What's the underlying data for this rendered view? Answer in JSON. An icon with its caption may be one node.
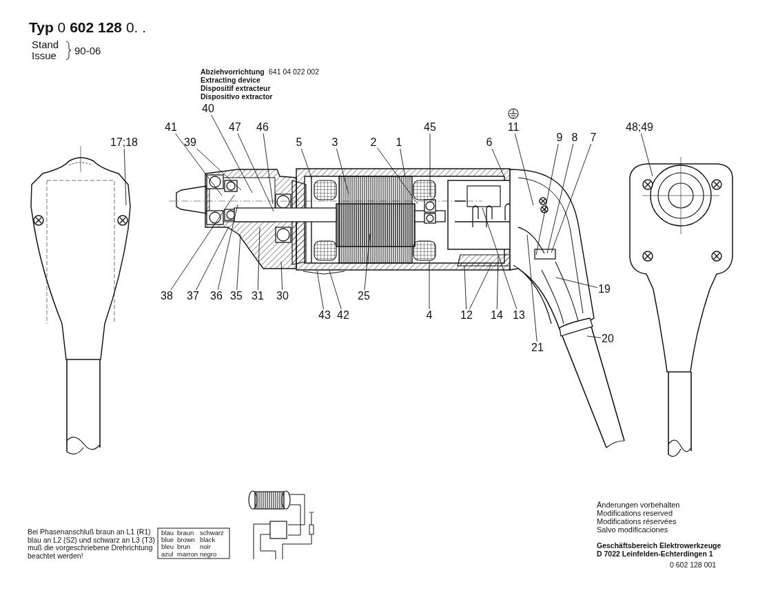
{
  "diagram": {
    "title": "**Typ** 0 **602 128** 0. .",
    "nodes": [
      {
        "text": [
          "17;18"
        ]
      },
      {
        "text": [
          "41"
        ]
      },
      {
        "text": [
          "40"
        ]
      },
      {
        "text": [
          "39"
        ]
      },
      {
        "text": [
          "47"
        ]
      },
      {
        "text": [
          "46"
        ]
      },
      {
        "text": [
          "5"
        ]
      },
      {
        "text": [
          "3"
        ]
      },
      {
        "text": [
          "2"
        ]
      },
      {
        "text": [
          "1"
        ]
      },
      {
        "text": [
          "45"
        ]
      },
      {
        "text": [
          "6"
        ]
      },
      {
        "text": [
          "11"
        ]
      },
      {
        "text": [
          "9"
        ]
      },
      {
        "text": [
          "8"
        ]
      },
      {
        "text": [
          "7"
        ]
      },
      {
        "text": [
          "48;49"
        ]
      },
      {
        "text": [
          "38"
        ]
      },
      {
        "text": [
          "37"
        ]
      },
      {
        "text": [
          "36"
        ]
      },
      {
        "text": [
          "35"
        ]
      },
      {
        "text": [
          "31"
        ]
      },
      {
        "text": [
          "30"
        ]
      },
      {
        "text": [
          "25"
        ]
      },
      {
        "text": [
          "19"
        ]
      },
      {
        "text": [
          "43"
        ]
      },
      {
        "text": [
          "42"
        ]
      },
      {
        "text": [
          "4"
        ]
      },
      {
        "text": [
          "12"
        ]
      },
      {
        "text": [
          "14"
        ]
      },
      {
        "text": [
          "13"
        ]
      },
      {
        "text": [
          "20"
        ]
      },
      {
        "text": [
          "21"
        ]
      }
    ],
    "edges": [
      {
        "from": 0,
        "to": null,
        "arrow": "none"
      },
      {
        "from": 1,
        "to": null,
        "arrow": "none"
      },
      {
        "from": 2,
        "to": null,
        "arrow": "none"
      },
      {
        "from": 3,
        "to": null,
        "arrow": "none"
      },
      {
        "from": 4,
        "to": null,
        "arrow": "none"
      },
      {
        "from": 5,
        "to": null,
        "arrow": "none"
      },
      {
        "from": 6,
        "to": null,
        "arrow": "none"
      },
      {
        "from": 7,
        "to": null,
        "arrow": "none"
      },
      {
        "from": 8,
        "to": null,
        "arrow": "none"
      },
      {
        "from": 9,
        "to": null,
        "arrow": "none"
      },
      {
        "from": 10,
        "to": null,
        "arrow": "none"
      },
      {
        "from": 11,
        "to": null,
        "arrow": "none"
      },
      {
        "from": 12,
        "to": null,
        "arrow": "none"
      },
      {
        "from": 13,
        "to": null,
        "arrow": "none"
      },
      {
        "from": 14,
        "to": null,
        "arrow": "none"
      },
      {
        "from": 15,
        "to": null,
        "arrow": "none"
      },
      {
        "from": 16,
        "to": null,
        "arrow": "none"
      },
      {
        "from": 17,
        "to": null,
        "arrow": "none"
      },
      {
        "from": 18,
        "to": null,
        "arrow": "none"
      },
      {
        "from": 19,
        "to": null,
        "arrow": "none"
      },
      {
        "from": 20,
        "to": null,
        "arrow": "none"
      },
      {
        "from": 21,
        "to": null,
        "arrow": "none"
      },
      {
        "from": 22,
        "to": null,
        "arrow": "none"
      },
      {
        "from": 23,
        "to": null,
        "arrow": "none"
      },
      {
        "from": 24,
        "to": null,
        "arrow": "none"
      },
      {
        "from": 25,
        "to": null,
        "arrow": "none"
      },
      {
        "from": 26,
        "to": null,
        "arrow": "none"
      },
      {
        "from": 27,
        "to": null,
        "arrow": "none"
      },
      {
        "from": 28,
        "to": null,
        "arrow": "none"
      },
      {
        "from": 28,
        "to": null,
        "arrow": "none"
      },
      {
        "from": 29,
        "to": null,
        "arrow": "none"
      },
      {
        "from": 30,
        "to": null,
        "arrow": "none"
      },
      {
        "from": 31,
        "to": null,
        "arrow": "none"
      },
      {
        "from": 32,
        "to": null,
        "arrow": "none"
      }
    ],
    "labels": [
      "Stand",
      "Issue",
      "90-06",
      "Abziehvorrichtung",
      "641 04 022 002",
      "Extracting device",
      "Dispositif extracteur",
      "Dispositivo extractor",
      "Bei Phasenanschluß braun an L1 (R1) blau an L2 (S2) und schwarz an L3 (T3) muß die vorgeschriebene Drehrichtung beachtet werden!",
      "blau",
      "braun",
      "schwarz",
      "blue",
      "brown",
      "black",
      "bleu",
      "brun",
      "noir",
      "azul",
      "marron",
      "negro",
      "Änderungen vorbehalten",
      "Modifications reserved",
      "Modifications réservées",
      "Salvo modificaciones",
      "Geschäftsbereich Elektrowerkzeuge",
      "D 7022 Leinfelden-Echterdingen 1",
      "0 602 128 001"
    ]
  }
}
